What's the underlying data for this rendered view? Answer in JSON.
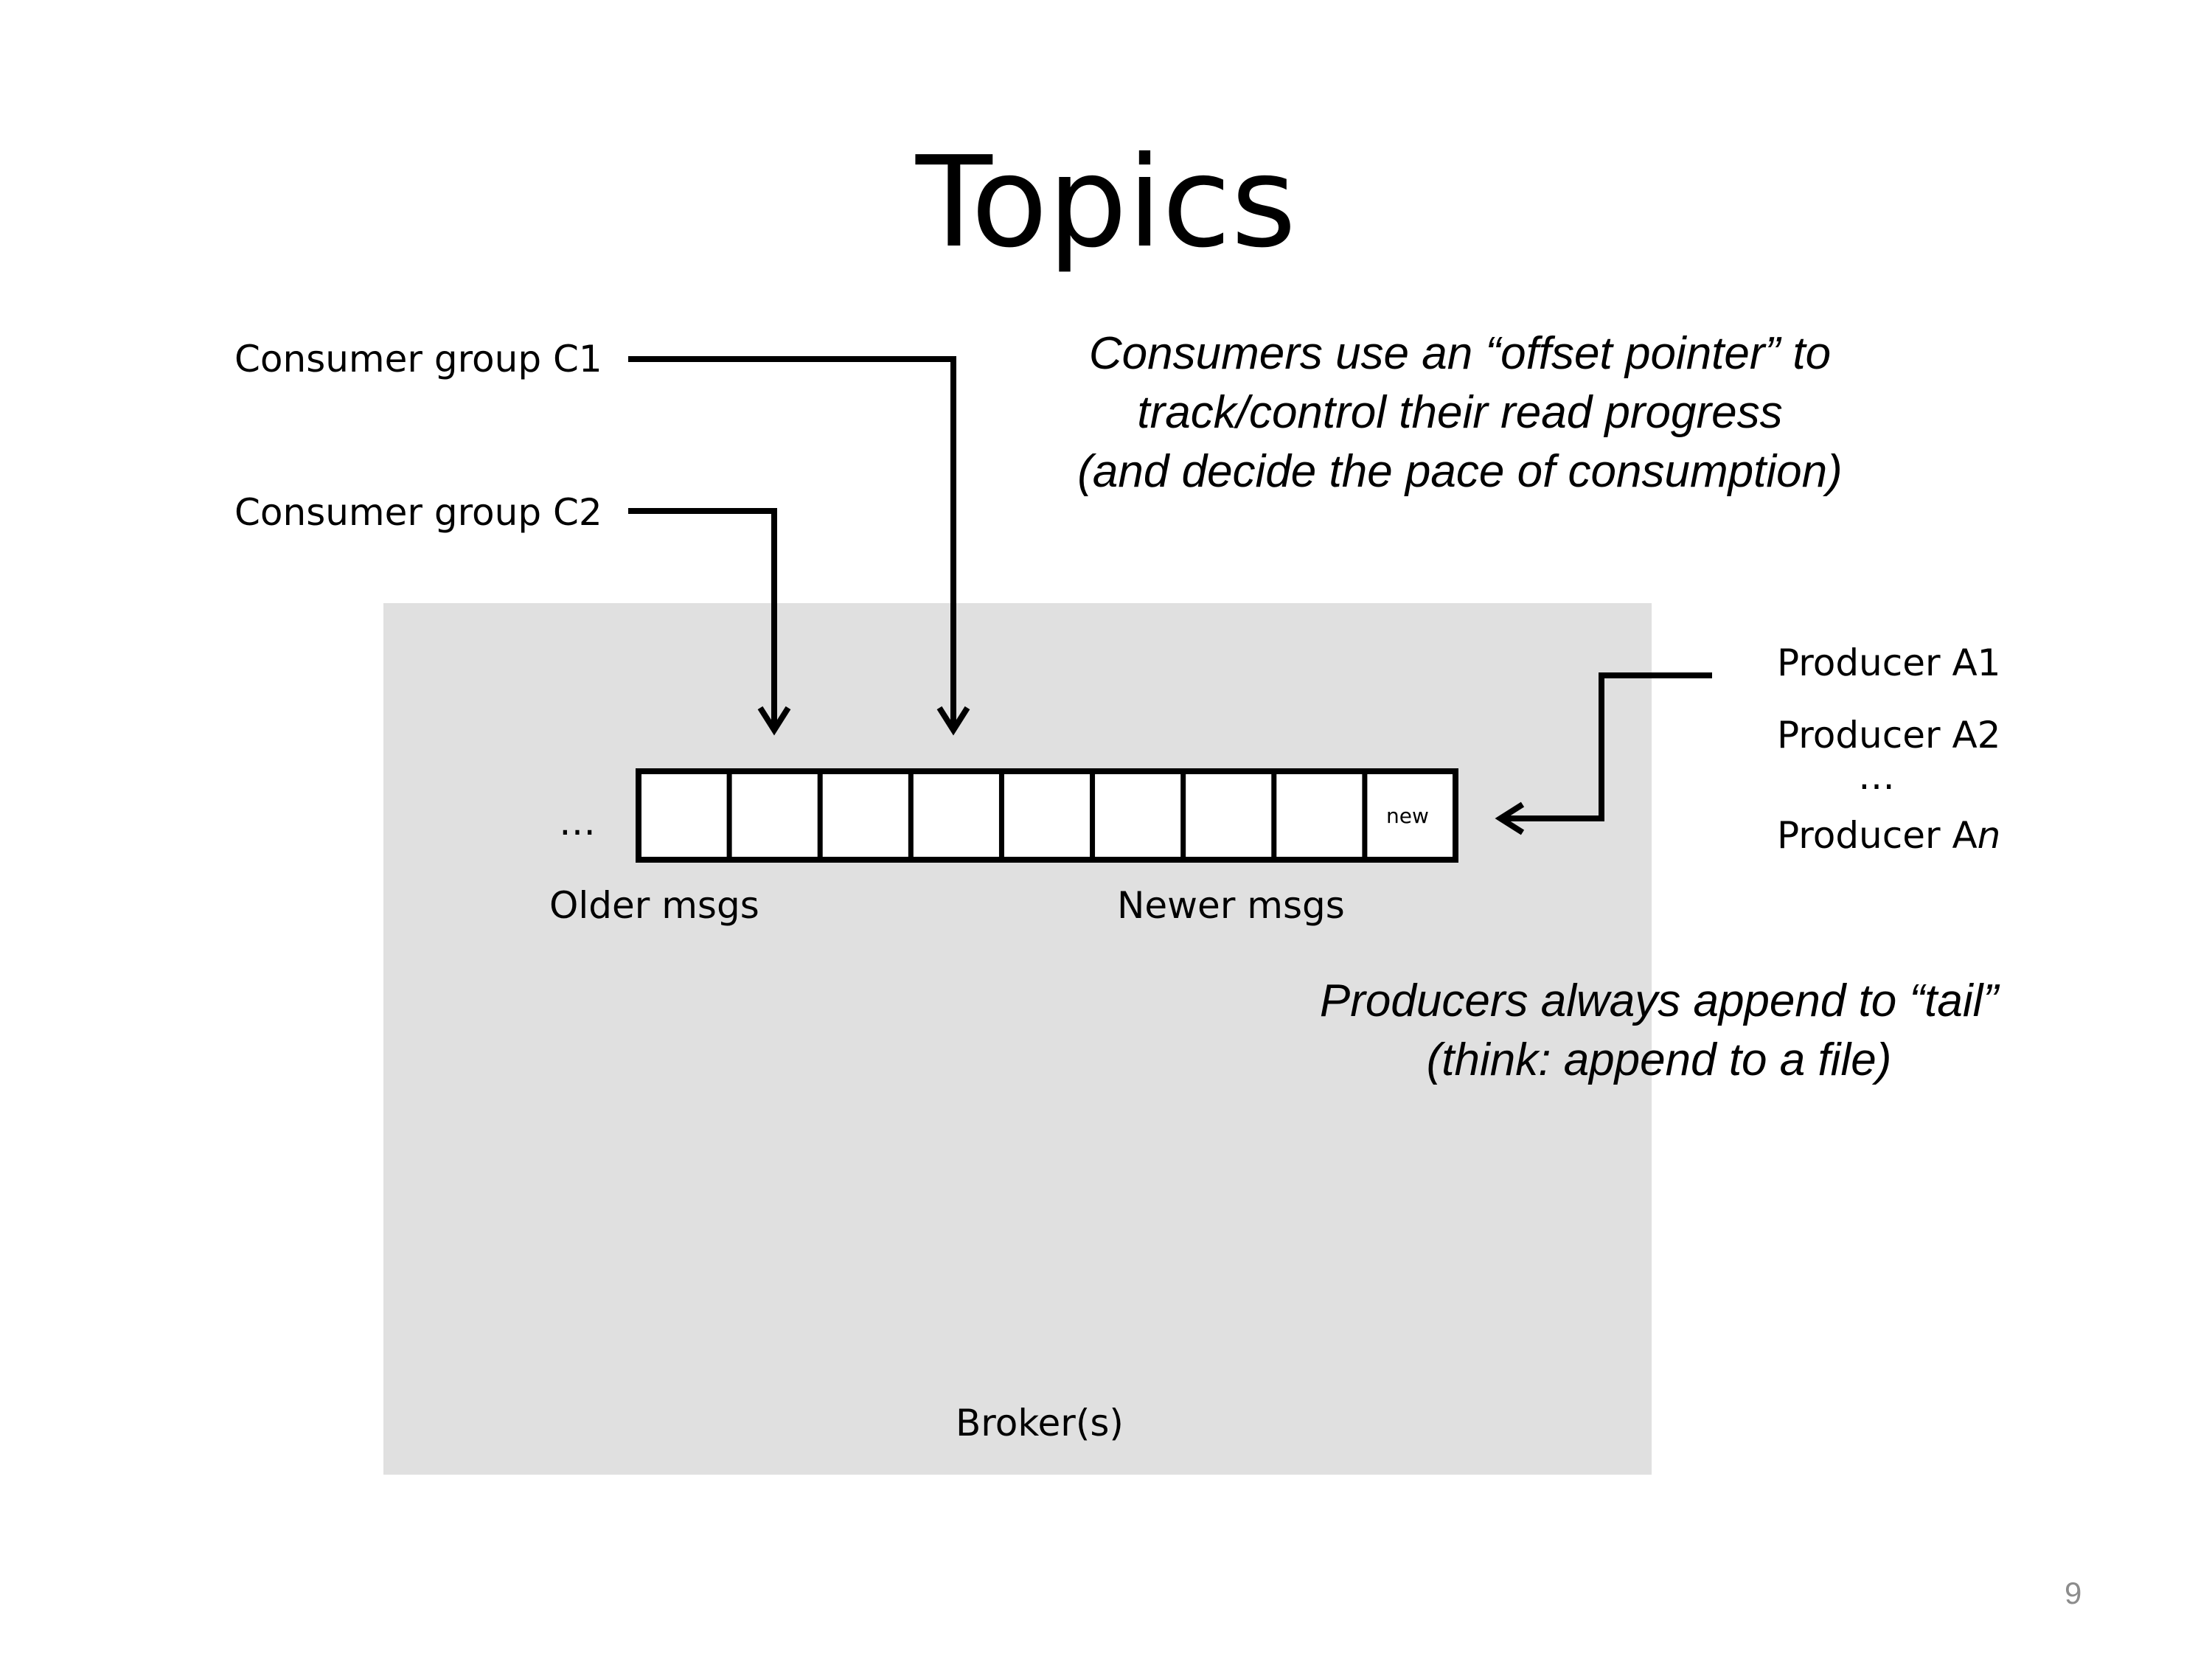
{
  "slide": {
    "title": "Topics",
    "page_number": "9"
  },
  "consumers": {
    "group_c1": "Consumer group C1",
    "group_c2": "Consumer group C2",
    "note_lines": [
      "Consumers use an “offset pointer” to",
      "track/control their read progress",
      "(and decide the pace of consumption)"
    ]
  },
  "log": {
    "leading_ellipsis": "…",
    "newest_cell_label": "new",
    "older_label": "Older msgs",
    "newer_label": "Newer msgs",
    "cell_count": 9
  },
  "producers": {
    "items": [
      "Producer A1",
      "Producer A2"
    ],
    "ellipsis": "…",
    "last_prefix": "Producer A",
    "last_suffix": "n",
    "note_lines": [
      "Producers always append to “tail”",
      "(think: append to a file)"
    ]
  },
  "broker": {
    "label": "Broker(s)"
  },
  "colors": {
    "broker_fill": "#e0e0e0",
    "stroke": "#000000",
    "page_number": "#8c8c8c"
  }
}
